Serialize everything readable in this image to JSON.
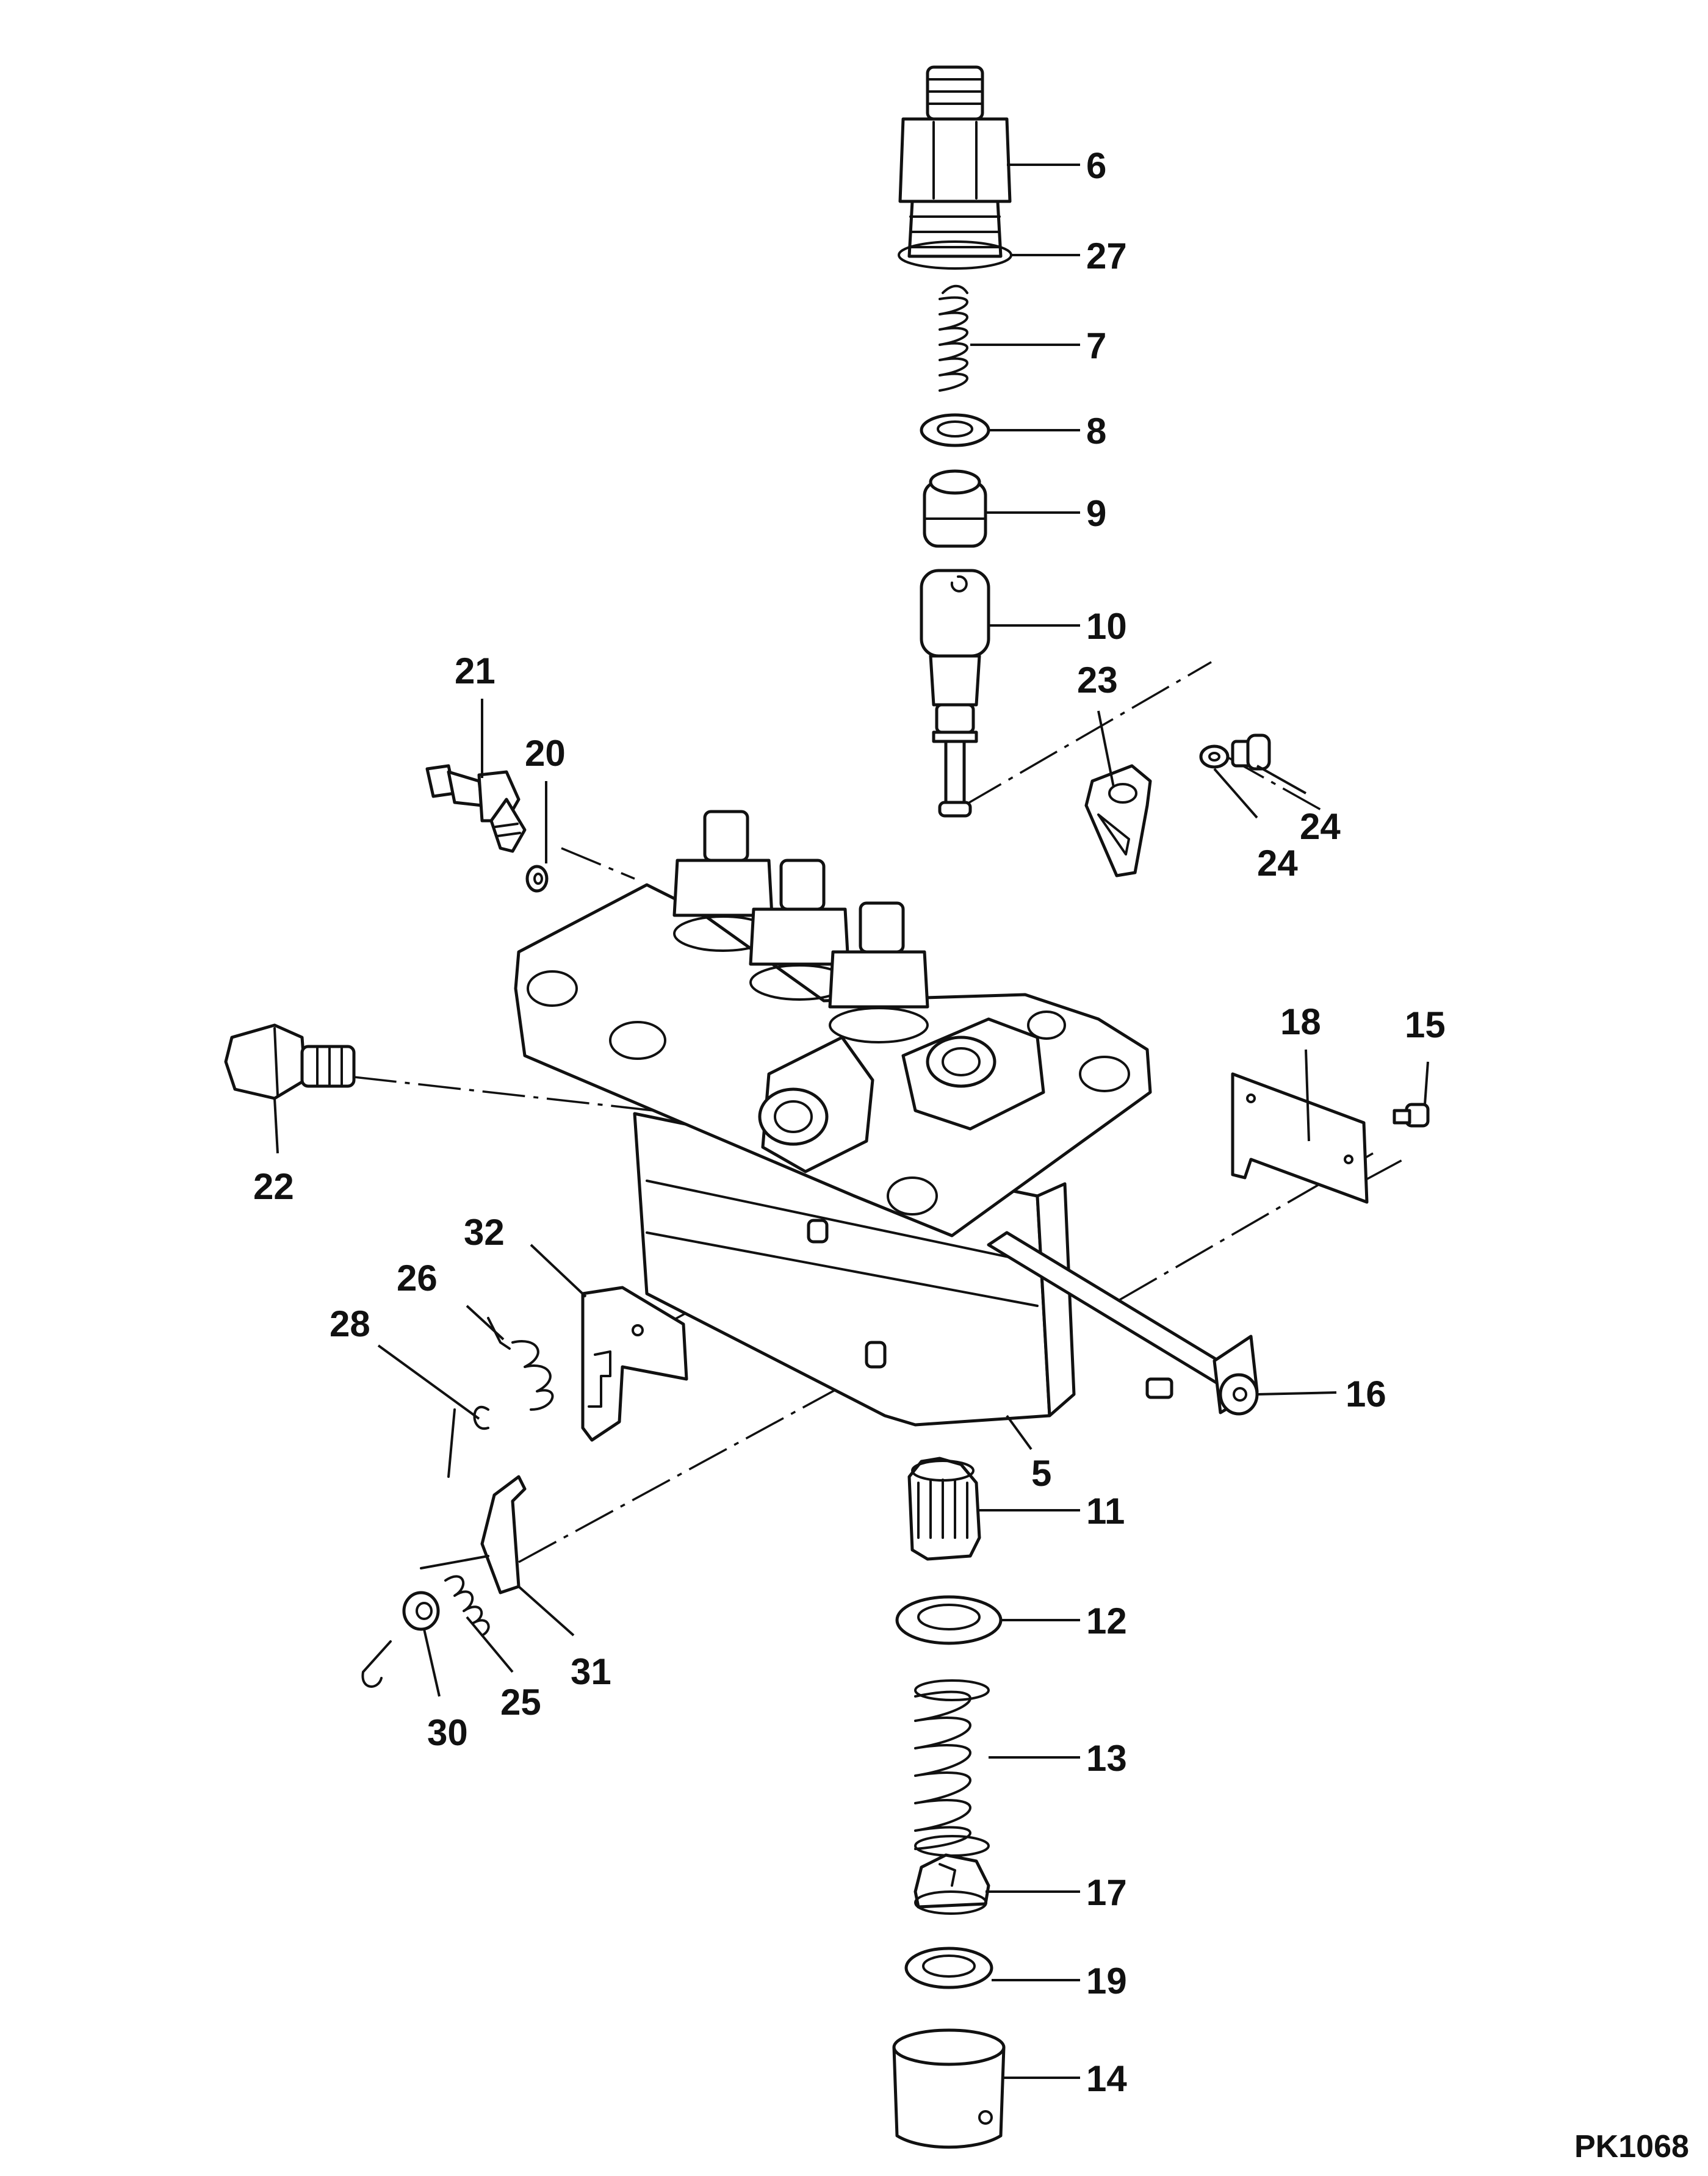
{
  "drawing_code": "PK1068",
  "callouts": [
    {
      "id": "c6",
      "text": "6"
    },
    {
      "id": "c27",
      "text": "27"
    },
    {
      "id": "c7",
      "text": "7"
    },
    {
      "id": "c8",
      "text": "8"
    },
    {
      "id": "c9",
      "text": "9"
    },
    {
      "id": "c10",
      "text": "10"
    },
    {
      "id": "c23",
      "text": "23"
    },
    {
      "id": "c24a",
      "text": "24"
    },
    {
      "id": "c24b",
      "text": "24"
    },
    {
      "id": "c21",
      "text": "21"
    },
    {
      "id": "c20",
      "text": "20"
    },
    {
      "id": "c22",
      "text": "22"
    },
    {
      "id": "c18",
      "text": "18"
    },
    {
      "id": "c15",
      "text": "15"
    },
    {
      "id": "c16",
      "text": "16"
    },
    {
      "id": "c5",
      "text": "5"
    },
    {
      "id": "c32",
      "text": "32"
    },
    {
      "id": "c26",
      "text": "26"
    },
    {
      "id": "c28",
      "text": "28"
    },
    {
      "id": "c11",
      "text": "11"
    },
    {
      "id": "c12",
      "text": "12"
    },
    {
      "id": "c13",
      "text": "13"
    },
    {
      "id": "c17",
      "text": "17"
    },
    {
      "id": "c19",
      "text": "19"
    },
    {
      "id": "c14",
      "text": "14"
    },
    {
      "id": "c31",
      "text": "31"
    },
    {
      "id": "c25",
      "text": "25"
    },
    {
      "id": "c30",
      "text": "30"
    }
  ]
}
